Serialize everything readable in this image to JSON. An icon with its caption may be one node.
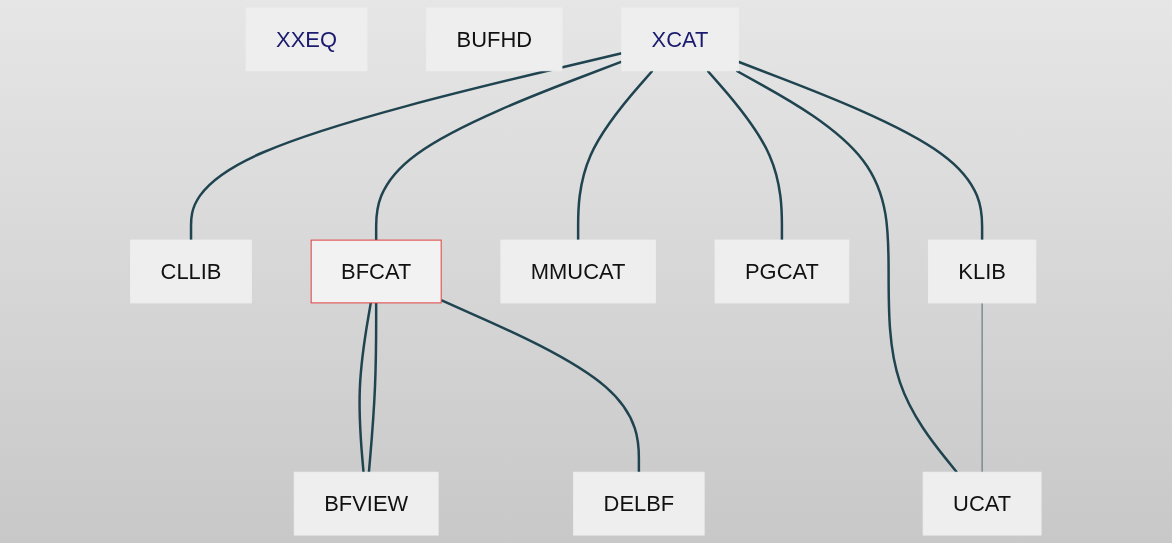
{
  "diagram": {
    "nodes": [
      {
        "text": [
          "XCAT"
        ]
      },
      {
        "text": [
          "CLLIB"
        ]
      },
      {
        "text": [
          "KLIB"
        ]
      },
      {
        "text": [
          "MMUCAT"
        ]
      },
      {
        "text": [
          "PGCAT"
        ]
      },
      {
        "text": [
          "UCAT"
        ]
      },
      {
        "text": [
          "XXEQ"
        ]
      },
      {
        "text": [
          "BFCAT"
        ]
      },
      {
        "text": [
          "BFVIEW"
        ]
      },
      {
        "text": [
          "BUFHD"
        ]
      },
      {
        "text": [
          "DELBF"
        ]
      }
    ],
    "edges": [
      {
        "from": 0,
        "to": 7,
        "arrow": "none"
      },
      {
        "from": 0,
        "to": 1,
        "arrow": "none"
      },
      {
        "from": 0,
        "to": 2,
        "arrow": "none"
      },
      {
        "from": 0,
        "to": 3,
        "arrow": "none"
      },
      {
        "from": 0,
        "to": 4,
        "arrow": "none"
      },
      {
        "from": 0,
        "to": 5,
        "arrow": "none"
      },
      {
        "from": 2,
        "to": 5,
        "arrow": "none",
        "color": "#6b7b80"
      },
      {
        "from": 7,
        "to": 8,
        "arrow": "none"
      },
      {
        "from": 7,
        "to": 8,
        "arrow": "none"
      },
      {
        "from": 7,
        "to": 10,
        "arrow": "none"
      }
    ]
  }
}
